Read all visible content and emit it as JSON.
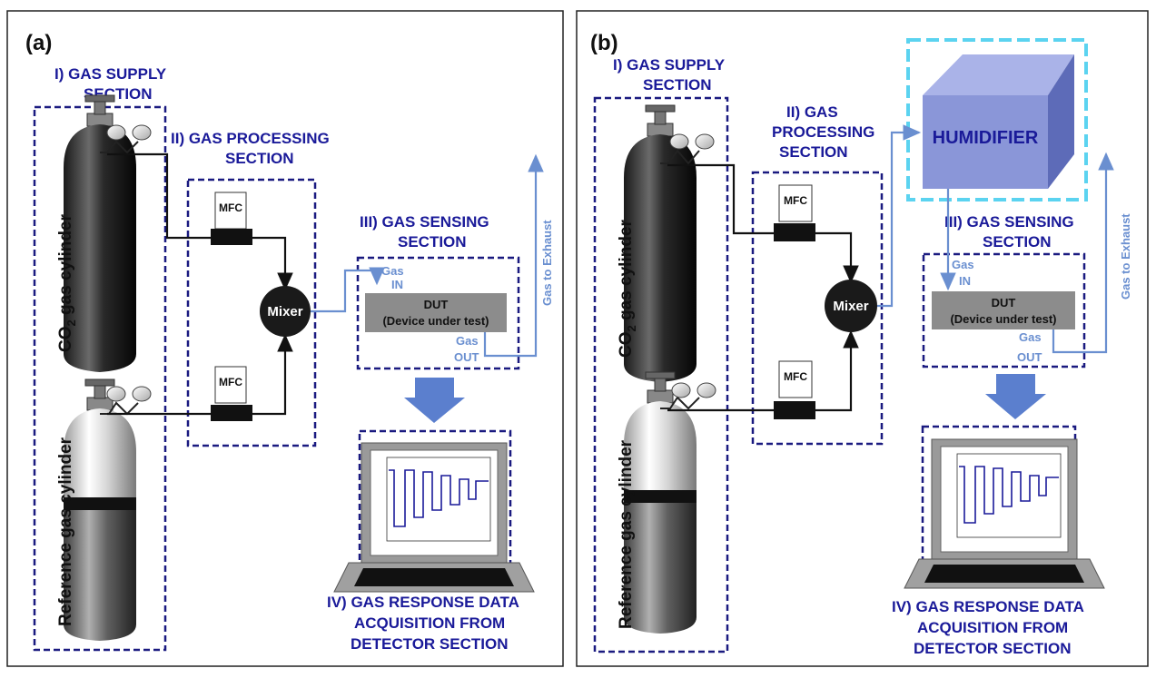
{
  "panel_a": {
    "label": "(a)",
    "gas_supply": [
      "I) GAS SUPPLY",
      "SECTION"
    ],
    "gas_processing": [
      "II) GAS PROCESSING",
      "SECTION"
    ],
    "gas_sensing": [
      "III) GAS SENSING",
      "SECTION"
    ],
    "acquisition": [
      "IV) GAS RESPONSE DATA",
      "ACQUISITION FROM",
      "DETECTOR SECTION"
    ],
    "co2_cylinder": {
      "prefix": "CO",
      "sub": "2",
      "suffix": " gas cylinder"
    },
    "ref_cylinder": "Reference gas cylinder",
    "mfc": "MFC",
    "mixer": "Mixer",
    "dut": [
      "DUT",
      "(Device under test)"
    ],
    "gas_in": [
      "Gas",
      "IN"
    ],
    "gas_out": [
      "Gas",
      "OUT"
    ],
    "exhaust": "Gas to Exhaust"
  },
  "panel_b": {
    "label": "(b)",
    "gas_supply": [
      "I) GAS SUPPLY",
      "SECTION"
    ],
    "gas_processing": [
      "II) GAS",
      "PROCESSING",
      "SECTION"
    ],
    "gas_sensing": [
      "III) GAS SENSING",
      "SECTION"
    ],
    "acquisition": [
      "IV) GAS RESPONSE DATA",
      "ACQUISITION FROM",
      "DETECTOR SECTION"
    ],
    "co2_cylinder": {
      "prefix": "CO",
      "sub": "2",
      "suffix": " gas cylinder"
    },
    "ref_cylinder": "Reference gas cylinder",
    "mfc": "MFC",
    "mixer": "Mixer",
    "humidifier": "HUMIDIFIER",
    "dut": [
      "DUT",
      "(Device under test)"
    ],
    "gas_in": [
      "Gas",
      "IN"
    ],
    "gas_out": [
      "Gas",
      "OUT"
    ],
    "exhaust": "Gas to Exhaust"
  },
  "colors": {
    "section_text": "#1a1a99",
    "dashed_box": "#1a1a80",
    "gas_line": "#6a8fd0",
    "humidifier_box": "#5bd3f0",
    "humidifier_face": "#8a96d8",
    "dut_fill": "#8c8c8c",
    "arrow_fill": "#5b7fce"
  }
}
